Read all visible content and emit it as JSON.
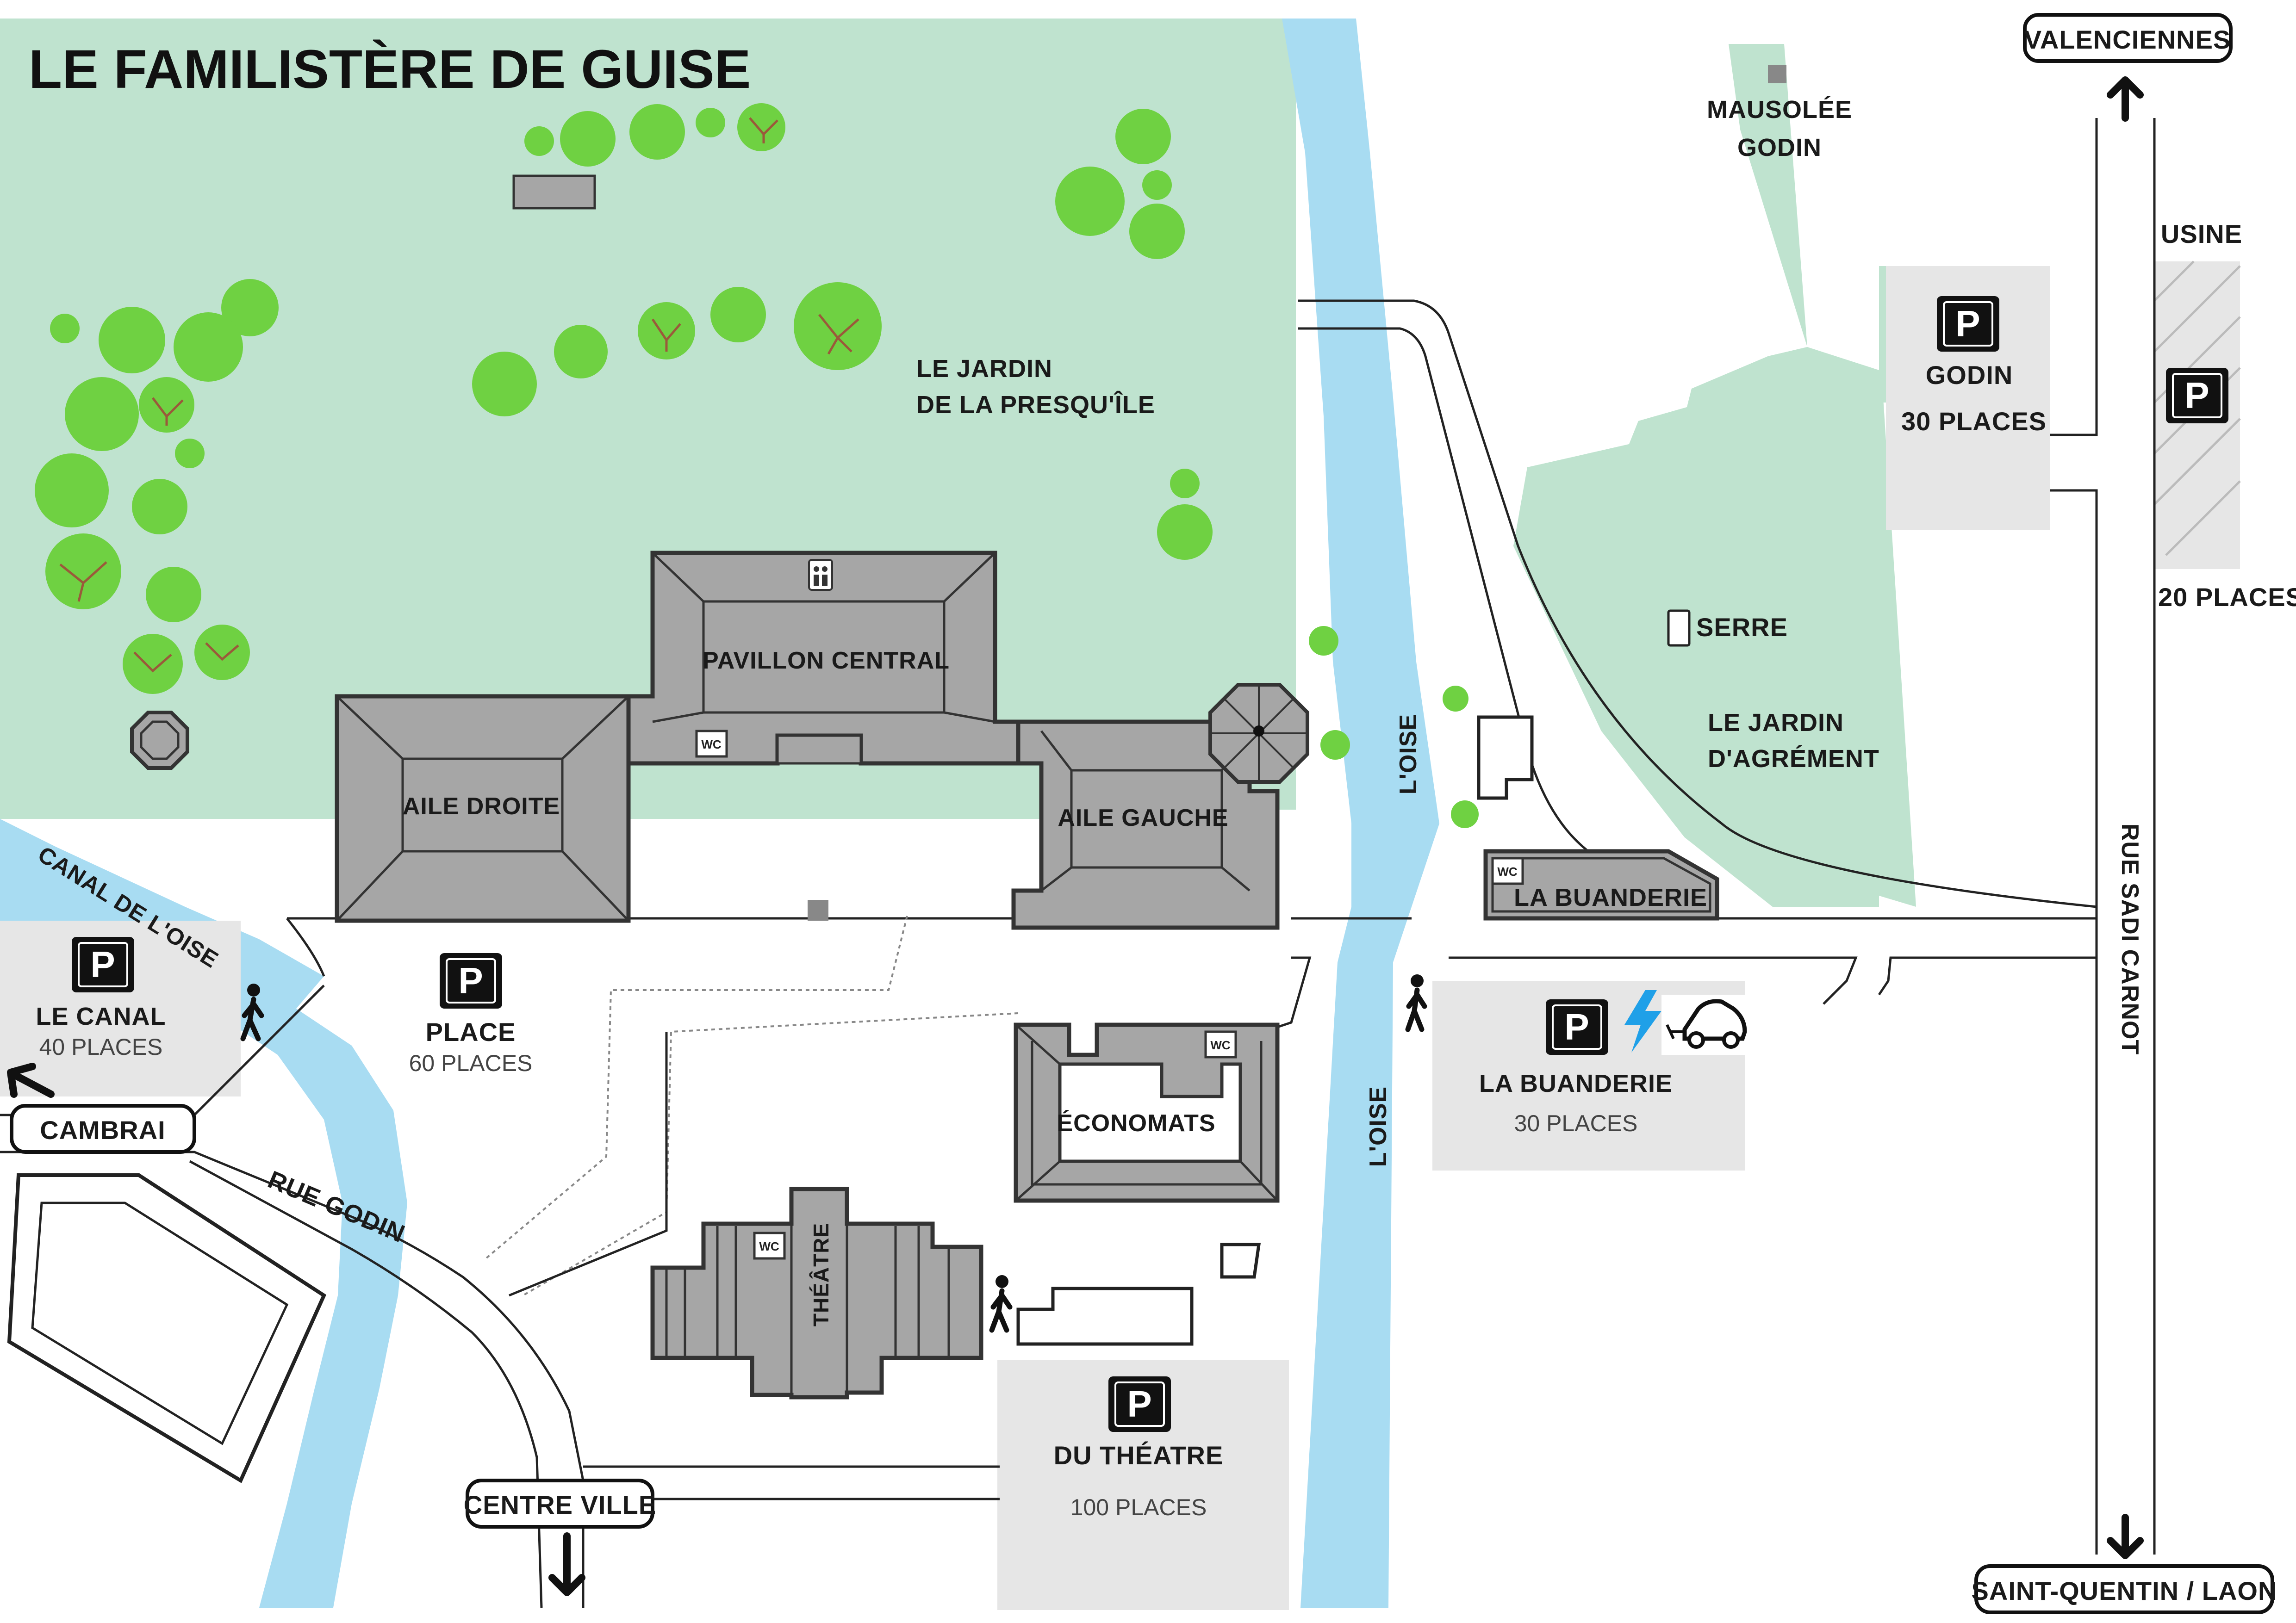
{
  "title": "LE FAMILISTÈRE DE GUISE",
  "colors": {
    "park": "#bfe3cf",
    "water": "#a8dcf2",
    "tree": "#6fd142",
    "building": "#a6a6a6",
    "parking_area": "#e6e6e6",
    "ev_icon": "#1fa0e8"
  },
  "areas": {
    "jardin_presquile": "LE JARDIN\nDE LA PRESQU'ÎLE",
    "jardin_agrement": "LE JARDIN\nD'AGRÉMENT",
    "mausolee": "MAUSOLÉE\nGODIN",
    "serre": "SERRE",
    "usine": "USINE"
  },
  "buildings": {
    "pavillon_central": "PAVILLON CENTRAL",
    "aile_droite": "AILE DROITE",
    "aile_gauche": "AILE GAUCHE",
    "economats": "ÉCONOMATS",
    "theatre": "THÉÂTRE",
    "buanderie": "LA BUANDERIE"
  },
  "water": {
    "canal": "CANAL DE L'OISE",
    "oise_top": "L'OISE",
    "oise_bottom": "L'OISE"
  },
  "streets": {
    "rue_godin": "RUE GODIN",
    "rue_sadi_carnot": "RUE SADI CARNOT"
  },
  "directions": {
    "valenciennes": "VALENCIENNES",
    "cambrai": "CAMBRAI",
    "centre_ville": "CENTRE VILLE",
    "saint_quentin": "SAINT-QUENTIN / LAON"
  },
  "parkings": {
    "symbol": "P",
    "canal": {
      "name": "LE CANAL",
      "places": "40 PLACES"
    },
    "place": {
      "name": "PLACE",
      "places": "60 PLACES"
    },
    "buanderie": {
      "name": "LA BUANDERIE",
      "places": "30 PLACES"
    },
    "theatre": {
      "name": "DU THÉATRE",
      "places": "100 PLACES"
    },
    "godin": {
      "name": "GODIN",
      "places": "30 PLACES"
    },
    "usine": {
      "places": "20 PLACES"
    }
  },
  "wc": "WC",
  "icons": {
    "pedestrian": "pedestrian-icon",
    "ev_charging": "ev-charging-icon",
    "electric_car": "electric-car-icon",
    "toilets": "toilets-icon",
    "arrow": "arrow-icon"
  }
}
